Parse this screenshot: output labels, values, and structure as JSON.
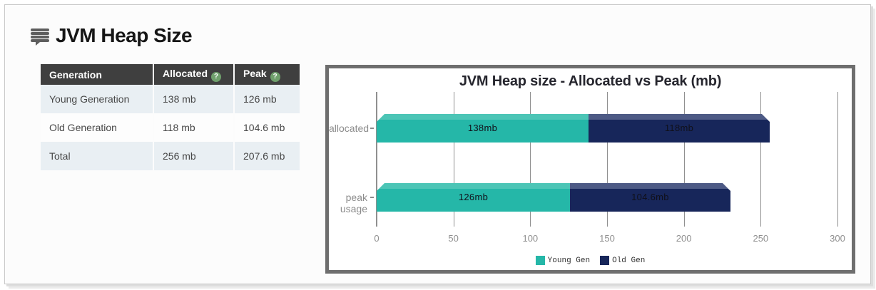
{
  "page": {
    "title": "JVM Heap Size"
  },
  "table": {
    "columns": [
      {
        "label": "Generation",
        "has_help": false
      },
      {
        "label": "Allocated",
        "has_help": true
      },
      {
        "label": "Peak",
        "has_help": true
      }
    ],
    "rows": [
      [
        "Young Generation",
        "138 mb",
        "126 mb"
      ],
      [
        "Old Generation",
        "118 mb",
        "104.6 mb"
      ],
      [
        "Total",
        "256 mb",
        "207.6 mb"
      ]
    ],
    "help_glyph": "?"
  },
  "chart_data": {
    "type": "bar",
    "orientation": "horizontal",
    "stacked": true,
    "title": "JVM Heap size - Allocated vs Peak (mb)",
    "categories": [
      "allocated",
      "peak usage"
    ],
    "series": [
      {
        "name": "Young Gen",
        "values": [
          138,
          126
        ],
        "labels": [
          "138mb",
          "126mb"
        ],
        "color": "#25b7a8",
        "highlight": "#4cc5b6"
      },
      {
        "name": "Old Gen",
        "values": [
          118,
          104.6
        ],
        "labels": [
          "118mb",
          "104.6mb"
        ],
        "color": "#17265a",
        "highlight": "#4d5a85"
      }
    ],
    "xlim": [
      0,
      300
    ],
    "xticks": [
      0,
      50,
      100,
      150,
      200,
      250,
      300
    ],
    "grid": true,
    "legend_position": "bottom"
  },
  "colors": {
    "table_header_bg": "#3f3f3f",
    "table_alt_row_bg": "#e9eff3",
    "help_icon_bg": "#6fa06c",
    "chart_border": "#6e6e6e",
    "gridline": "#8f8f8f",
    "accent_teal": "#25b7a8",
    "accent_navy": "#17265a"
  }
}
